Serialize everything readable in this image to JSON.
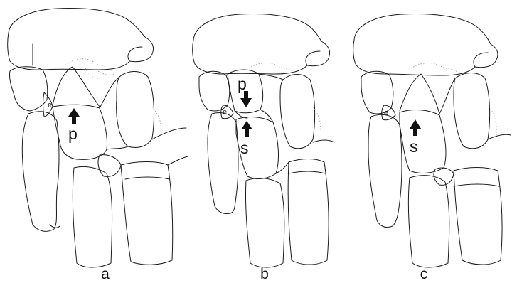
{
  "panels": [
    {
      "id": "a",
      "caption": "a",
      "labels": {
        "e": "e",
        "p": "p"
      }
    },
    {
      "id": "b",
      "caption": "b",
      "labels": {
        "e": "e",
        "p": "p",
        "s": "s"
      }
    },
    {
      "id": "c",
      "caption": "c",
      "labels": {
        "e": "e",
        "s": "s"
      }
    }
  ],
  "arrows": {
    "a": [
      "up"
    ],
    "b": [
      "down",
      "up"
    ],
    "c": [
      "up"
    ]
  }
}
